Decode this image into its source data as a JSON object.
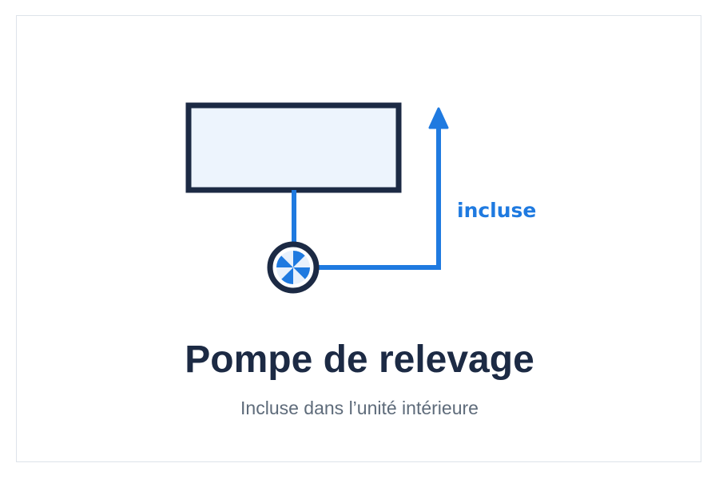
{
  "diagram": {
    "flow_label": "incluse",
    "colors": {
      "outline": "#1c2a44",
      "tank_fill": "#edf4fd",
      "accent_blue": "#1f7ae0",
      "pump_fill": "#ffffff"
    },
    "icons": {
      "tank": "tank-rectangle-icon",
      "pump": "pump-impeller-icon",
      "arrow": "arrow-up-icon"
    }
  },
  "caption": {
    "title": "Pompe de relevage",
    "subtitle": "Incluse dans l’unité intérieure"
  }
}
